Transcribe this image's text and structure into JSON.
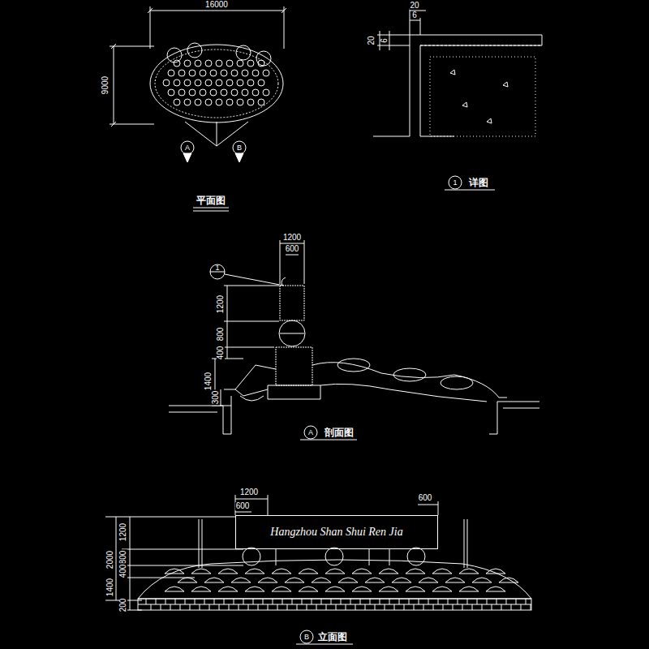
{
  "diagram": {
    "nodes": [
      {
        "text": [
          "Hangzhou Shan Shui Ren Jia"
        ]
      }
    ],
    "labels": [
      "16000",
      "9000",
      "A",
      "B",
      "平面图",
      "20",
      "6",
      "20",
      "6",
      "1",
      "详图",
      "1200",
      "600",
      "1",
      "1200",
      "800",
      "400",
      "1400",
      "300",
      "A",
      "剖面图",
      "1200",
      "600",
      "600",
      "2000",
      "1200",
      "800",
      "400",
      "1400",
      "200",
      "B",
      "立面图"
    ]
  }
}
